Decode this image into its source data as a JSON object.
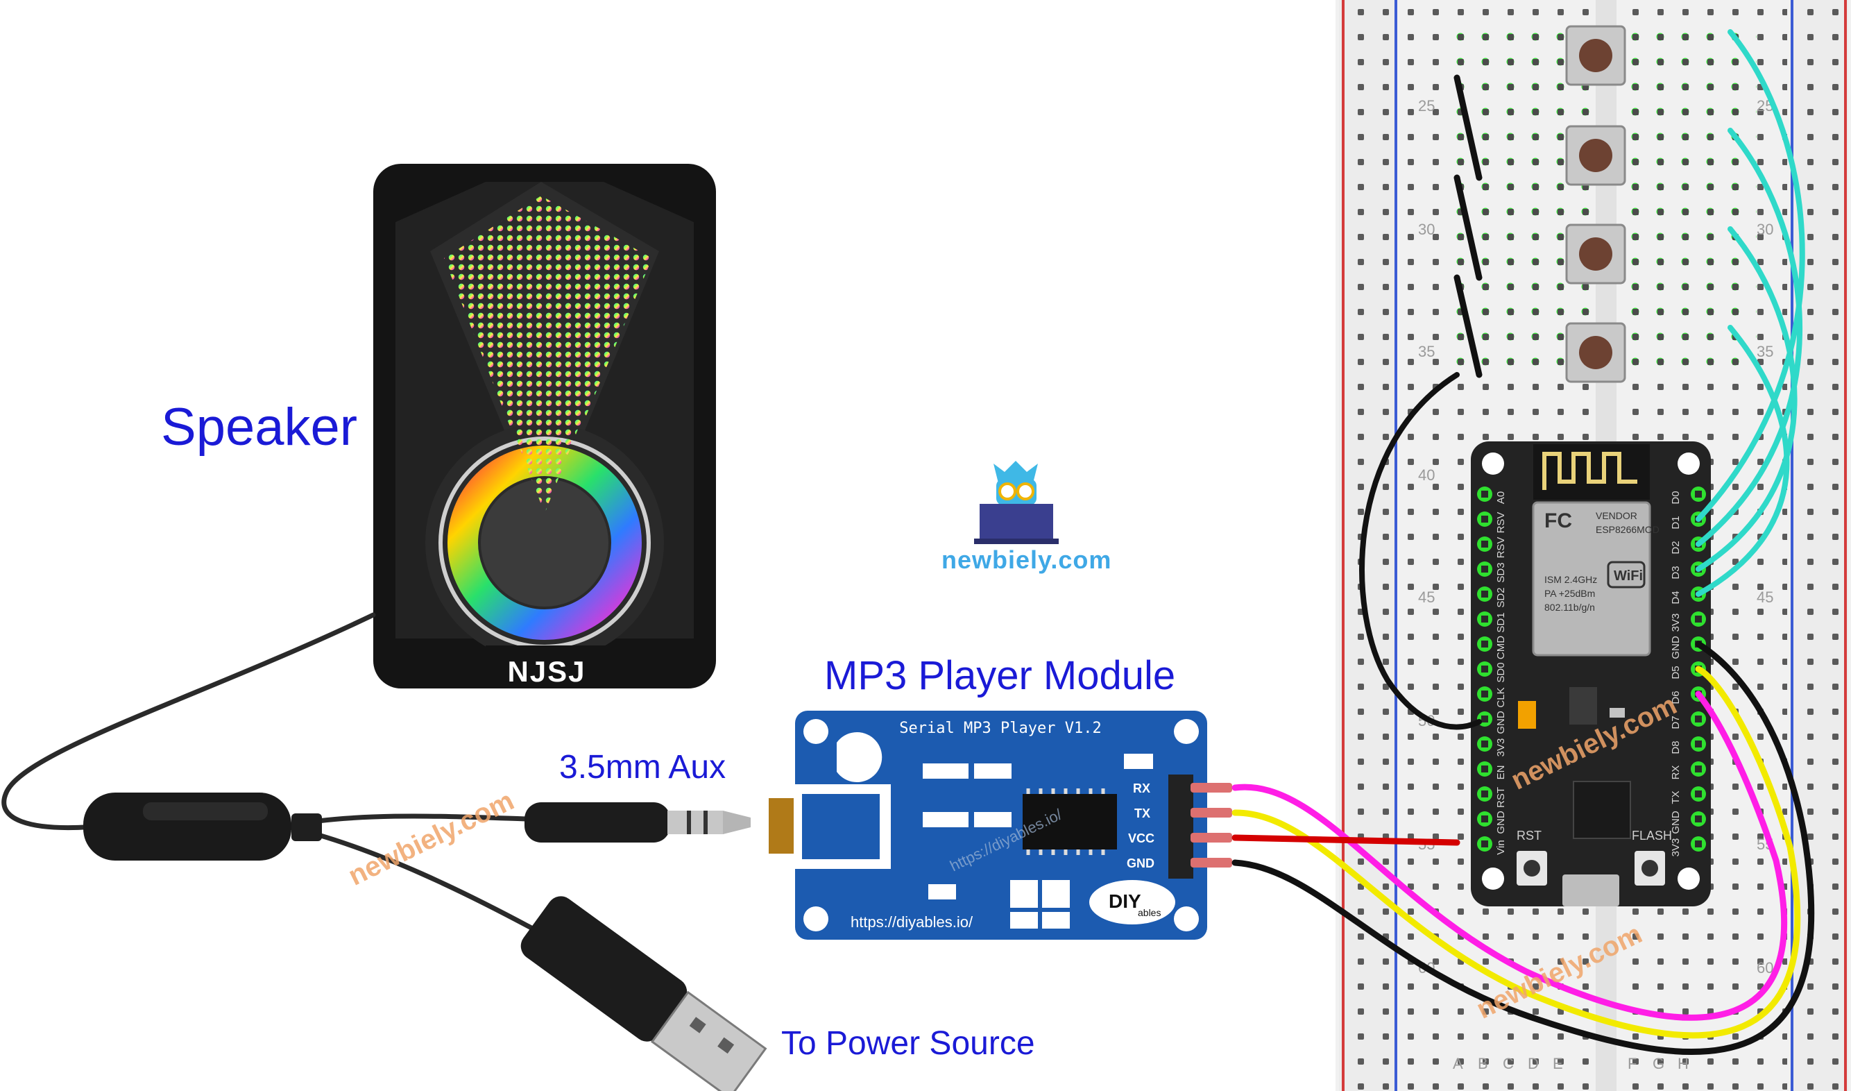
{
  "labels": {
    "speaker": "Speaker",
    "module_title": "MP3 Player Module",
    "aux": "3.5mm Aux",
    "power": "To Power Source",
    "site": "newbiely.com"
  },
  "speaker": {
    "brand": "NJSJ"
  },
  "mp3_module": {
    "header": "Serial MP3 Player V1.2",
    "url": "https://diyables.io/",
    "logo_text": "DIY",
    "logo_sub": "ables",
    "pins": [
      "RX",
      "TX",
      "VCC",
      "GND"
    ],
    "url_watermark": "https://diyables.io/"
  },
  "watermarks": [
    "newbiely.com",
    "newbiely.com",
    "newbiely.com"
  ],
  "breadboard": {
    "row_numbers": [
      "25",
      "30",
      "35",
      "40",
      "45",
      "50",
      "55",
      "60"
    ],
    "columns_bottom": [
      "A",
      "B",
      "C",
      "D",
      "E",
      "F",
      "G",
      "H"
    ]
  },
  "nodemcu": {
    "left_pins": [
      "A0",
      "RSV",
      "RSV",
      "SD3",
      "SD2",
      "SD1",
      "CMD",
      "SD0",
      "CLK",
      "GND",
      "3V3",
      "EN",
      "RST",
      "GND",
      "Vin"
    ],
    "right_pins": [
      "D0",
      "D1",
      "D2",
      "D3",
      "D4",
      "3V3",
      "GND",
      "D5",
      "D6",
      "D7",
      "D8",
      "RX",
      "TX",
      "GND",
      "3V3"
    ],
    "buttons": [
      "RST",
      "FLASH"
    ],
    "chip_vendor": "VENDOR",
    "chip_model": "ESP8266MOD",
    "chip_ism": "ISM 2.4GHz",
    "chip_pa": "PA +25dBm",
    "chip_std": "802.11b/g/n",
    "fcc": "FC",
    "wifi": "WiFi"
  },
  "colors": {
    "label_blue": "#1a1ad6",
    "wire_pink": "#ff1ee6",
    "wire_yellow": "#f2ea00",
    "wire_red": "#d40000",
    "wire_black": "#111111",
    "wire_cyan": "#2fd9c9",
    "board_blue": "#1c5bb0",
    "nodemcu_black": "#232323"
  }
}
